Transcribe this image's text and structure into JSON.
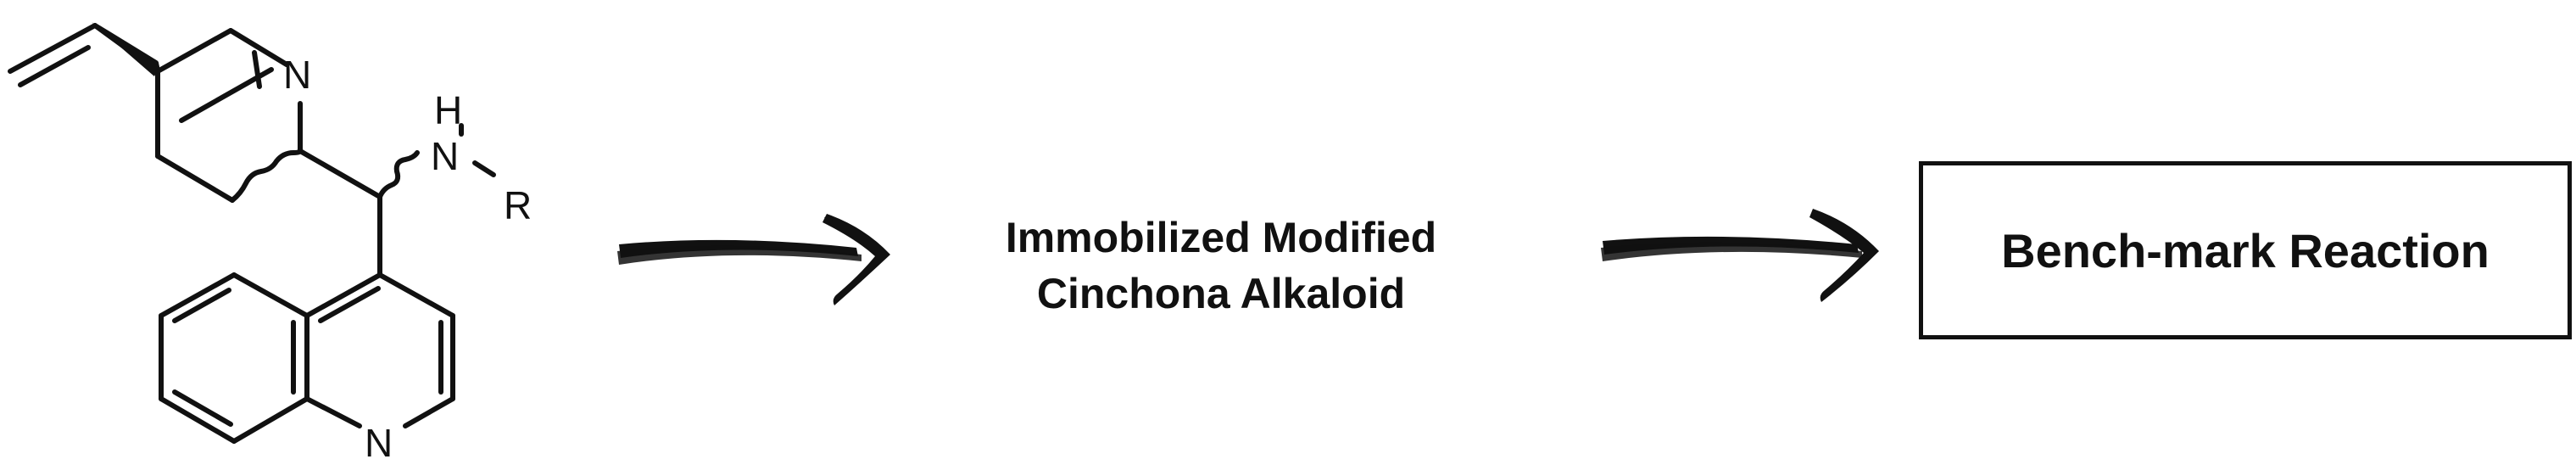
{
  "structure": {
    "atoms": {
      "n_bridge": "N",
      "nh_h": "H",
      "nh_n": "N",
      "r_group": "R",
      "quinoline_n": "N"
    }
  },
  "steps": {
    "middle_line1": "Immobilized Modified",
    "middle_line2": "Cinchona Alkaloid",
    "final": "Bench-mark Reaction"
  },
  "colors": {
    "ink": "#111111",
    "background": "#ffffff"
  },
  "icons": {
    "arrow1": "brush-arrow-right-icon",
    "arrow2": "brush-arrow-right-icon"
  }
}
